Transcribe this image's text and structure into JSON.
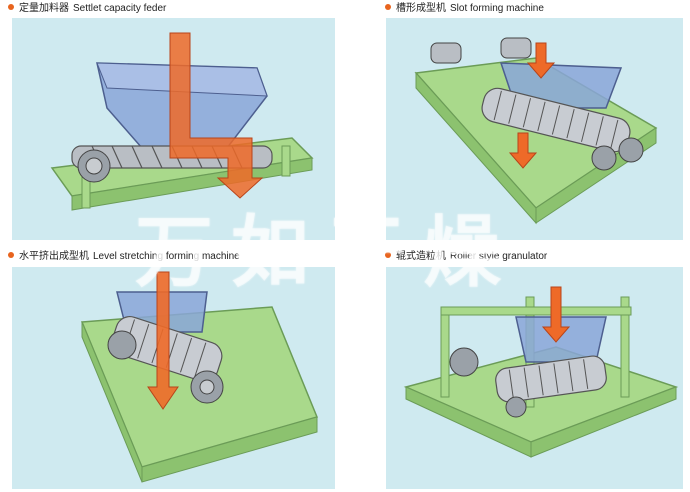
{
  "panels": [
    {
      "cn": "定量加料器",
      "en": "Settlet capacity feder"
    },
    {
      "cn": "槽形成型机",
      "en": "Slot forming machine"
    },
    {
      "cn": "水平挤出成型机",
      "en": "Level stretching forming machine"
    },
    {
      "cn": "辊式造粒机",
      "en": "Roller style granulator"
    }
  ],
  "watermark": "万如干燥",
  "colors": {
    "panel_bg": "#cfeaf0",
    "frame_green": "#a9d98b",
    "hopper_blue": "#8aa6d8",
    "arrow_orange": "#ee6a28",
    "bullet": "#e8641e"
  },
  "icons": [
    "bullet-dot",
    "feed-arrow-icon"
  ]
}
